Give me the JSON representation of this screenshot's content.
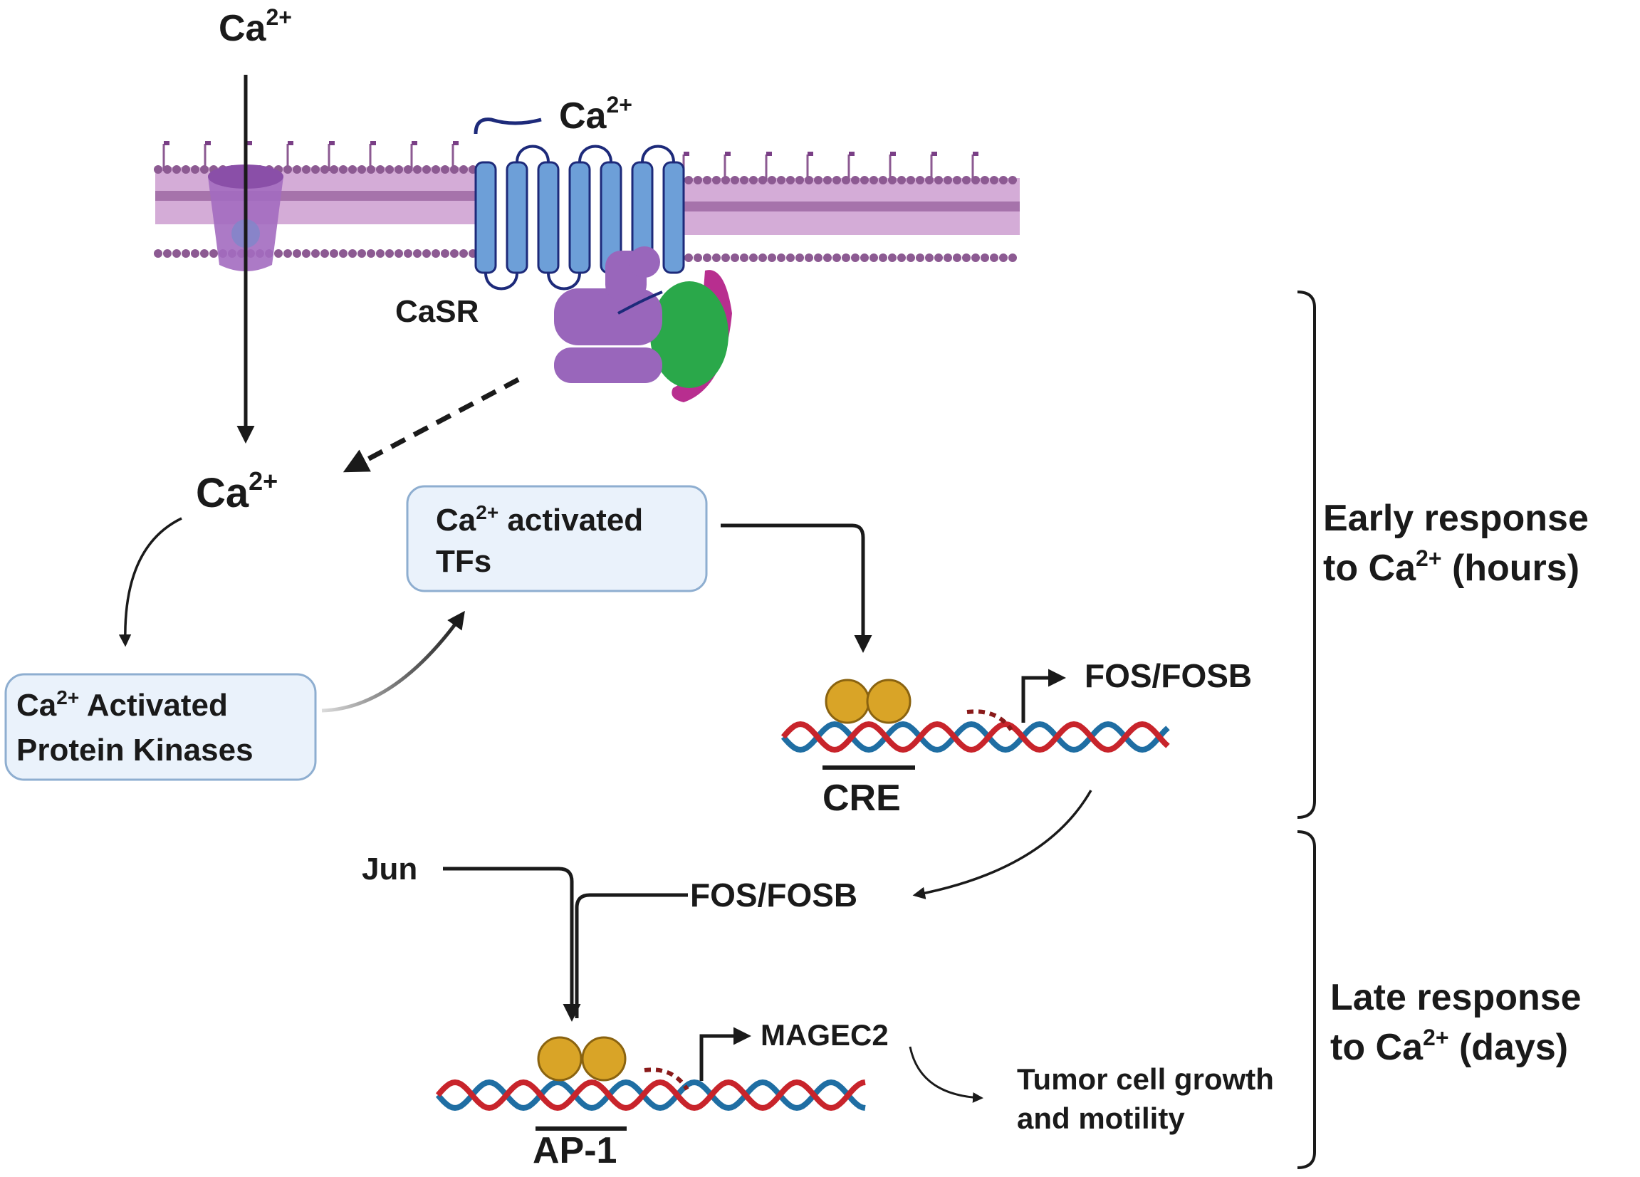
{
  "ca": {
    "base": "Ca",
    "sup": "2+"
  },
  "extracellular_ion": "Ca",
  "receptor_label": "CaSR",
  "boxes": {
    "kinases": {
      "line1_suffix": " Activated",
      "line2": "Protein Kinases"
    },
    "tfs": {
      "line1_suffix": " activated",
      "line2": "TFs"
    }
  },
  "genes": {
    "early_target": "FOS/FOSB",
    "early_element": "CRE",
    "jun": "Jun",
    "fos_protein": "FOS/FOSB",
    "late_target": "MAGEC2",
    "late_element": "AP-1"
  },
  "outcome": {
    "line1": "Tumor cell growth",
    "line2": "and motility"
  },
  "phases": {
    "early": {
      "line1": "Early response",
      "line2_prefix": "to ",
      "line2_suffix": " (hours)",
      "color": "#3a3fbf"
    },
    "late": {
      "line1": "Late response",
      "line2_prefix": "to ",
      "line2_suffix": " (days)",
      "color": "#c0282b"
    }
  },
  "colors": {
    "membrane": "#c690c9",
    "membrane_dark": "#8c5a92",
    "receptor": "#6d9fd8",
    "box_fill": "#eaf2fb",
    "box_stroke": "#8eaed0",
    "tf_ball": "#d9a427",
    "dna_red": "#c8242b",
    "dna_blue": "#1f6ea3"
  }
}
